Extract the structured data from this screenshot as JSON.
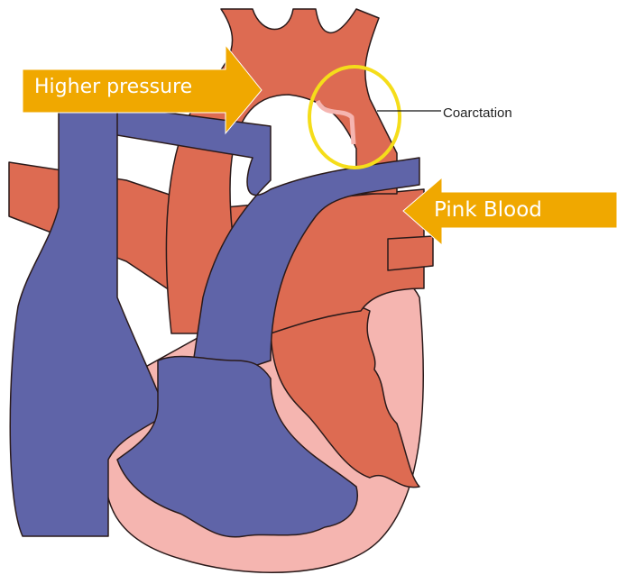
{
  "labels": {
    "higher_pressure": "Higher pressure",
    "pink_blood": "Pink Blood",
    "coarctation": "Coarctation"
  },
  "colors": {
    "deoxygenated_blue": "#5f64a8",
    "oxygenated_red": "#dd6b52",
    "tissue_pink": "#f5b5b0",
    "arrow_orange": "#f0a800",
    "highlight_yellow": "#f5dd1a"
  }
}
